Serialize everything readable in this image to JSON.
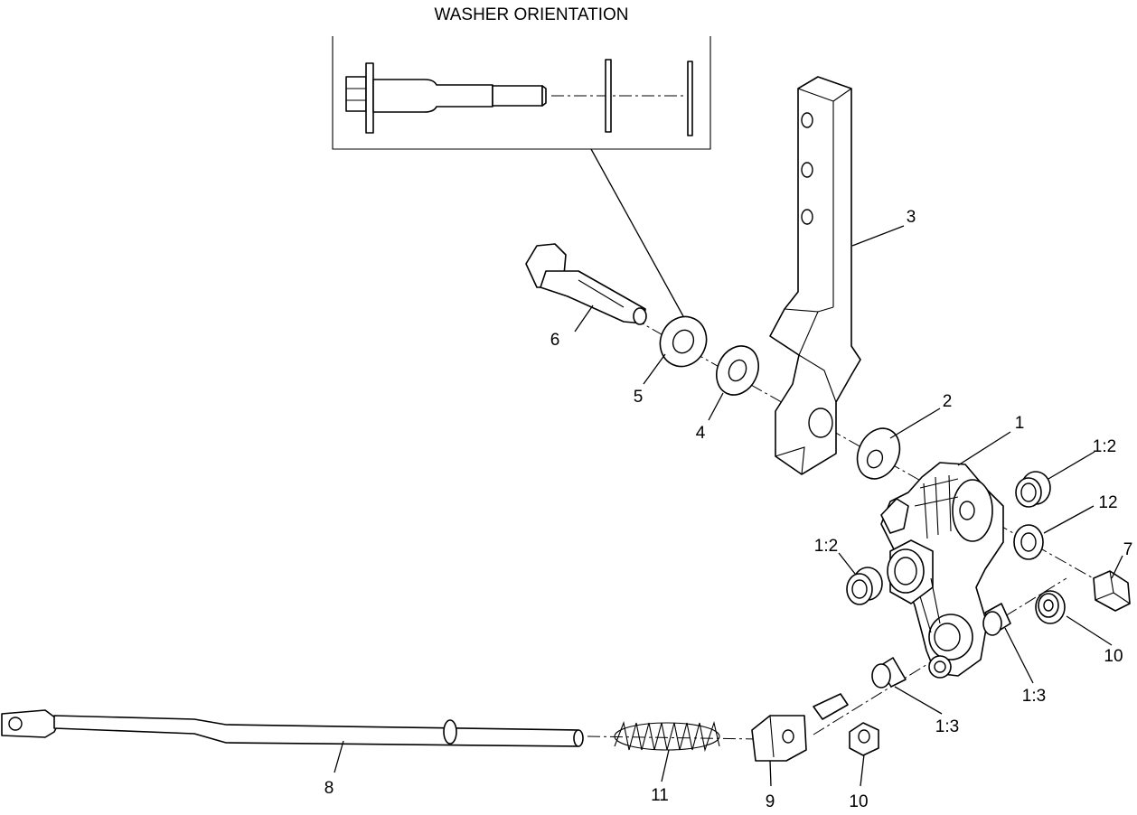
{
  "inset": {
    "title": "WASHER ORIENTATION"
  },
  "callouts": {
    "c1": "1",
    "c2": "2",
    "c3": "3",
    "c4": "4",
    "c5": "5",
    "c6": "6",
    "c7": "7",
    "c8": "8",
    "c9": "9",
    "c10a": "10",
    "c10b": "10",
    "c11": "11",
    "c12": "12",
    "c1_2a": "1:2",
    "c1_2b": "1:2",
    "c1_3a": "1:3",
    "c1_3b": "1:3"
  }
}
